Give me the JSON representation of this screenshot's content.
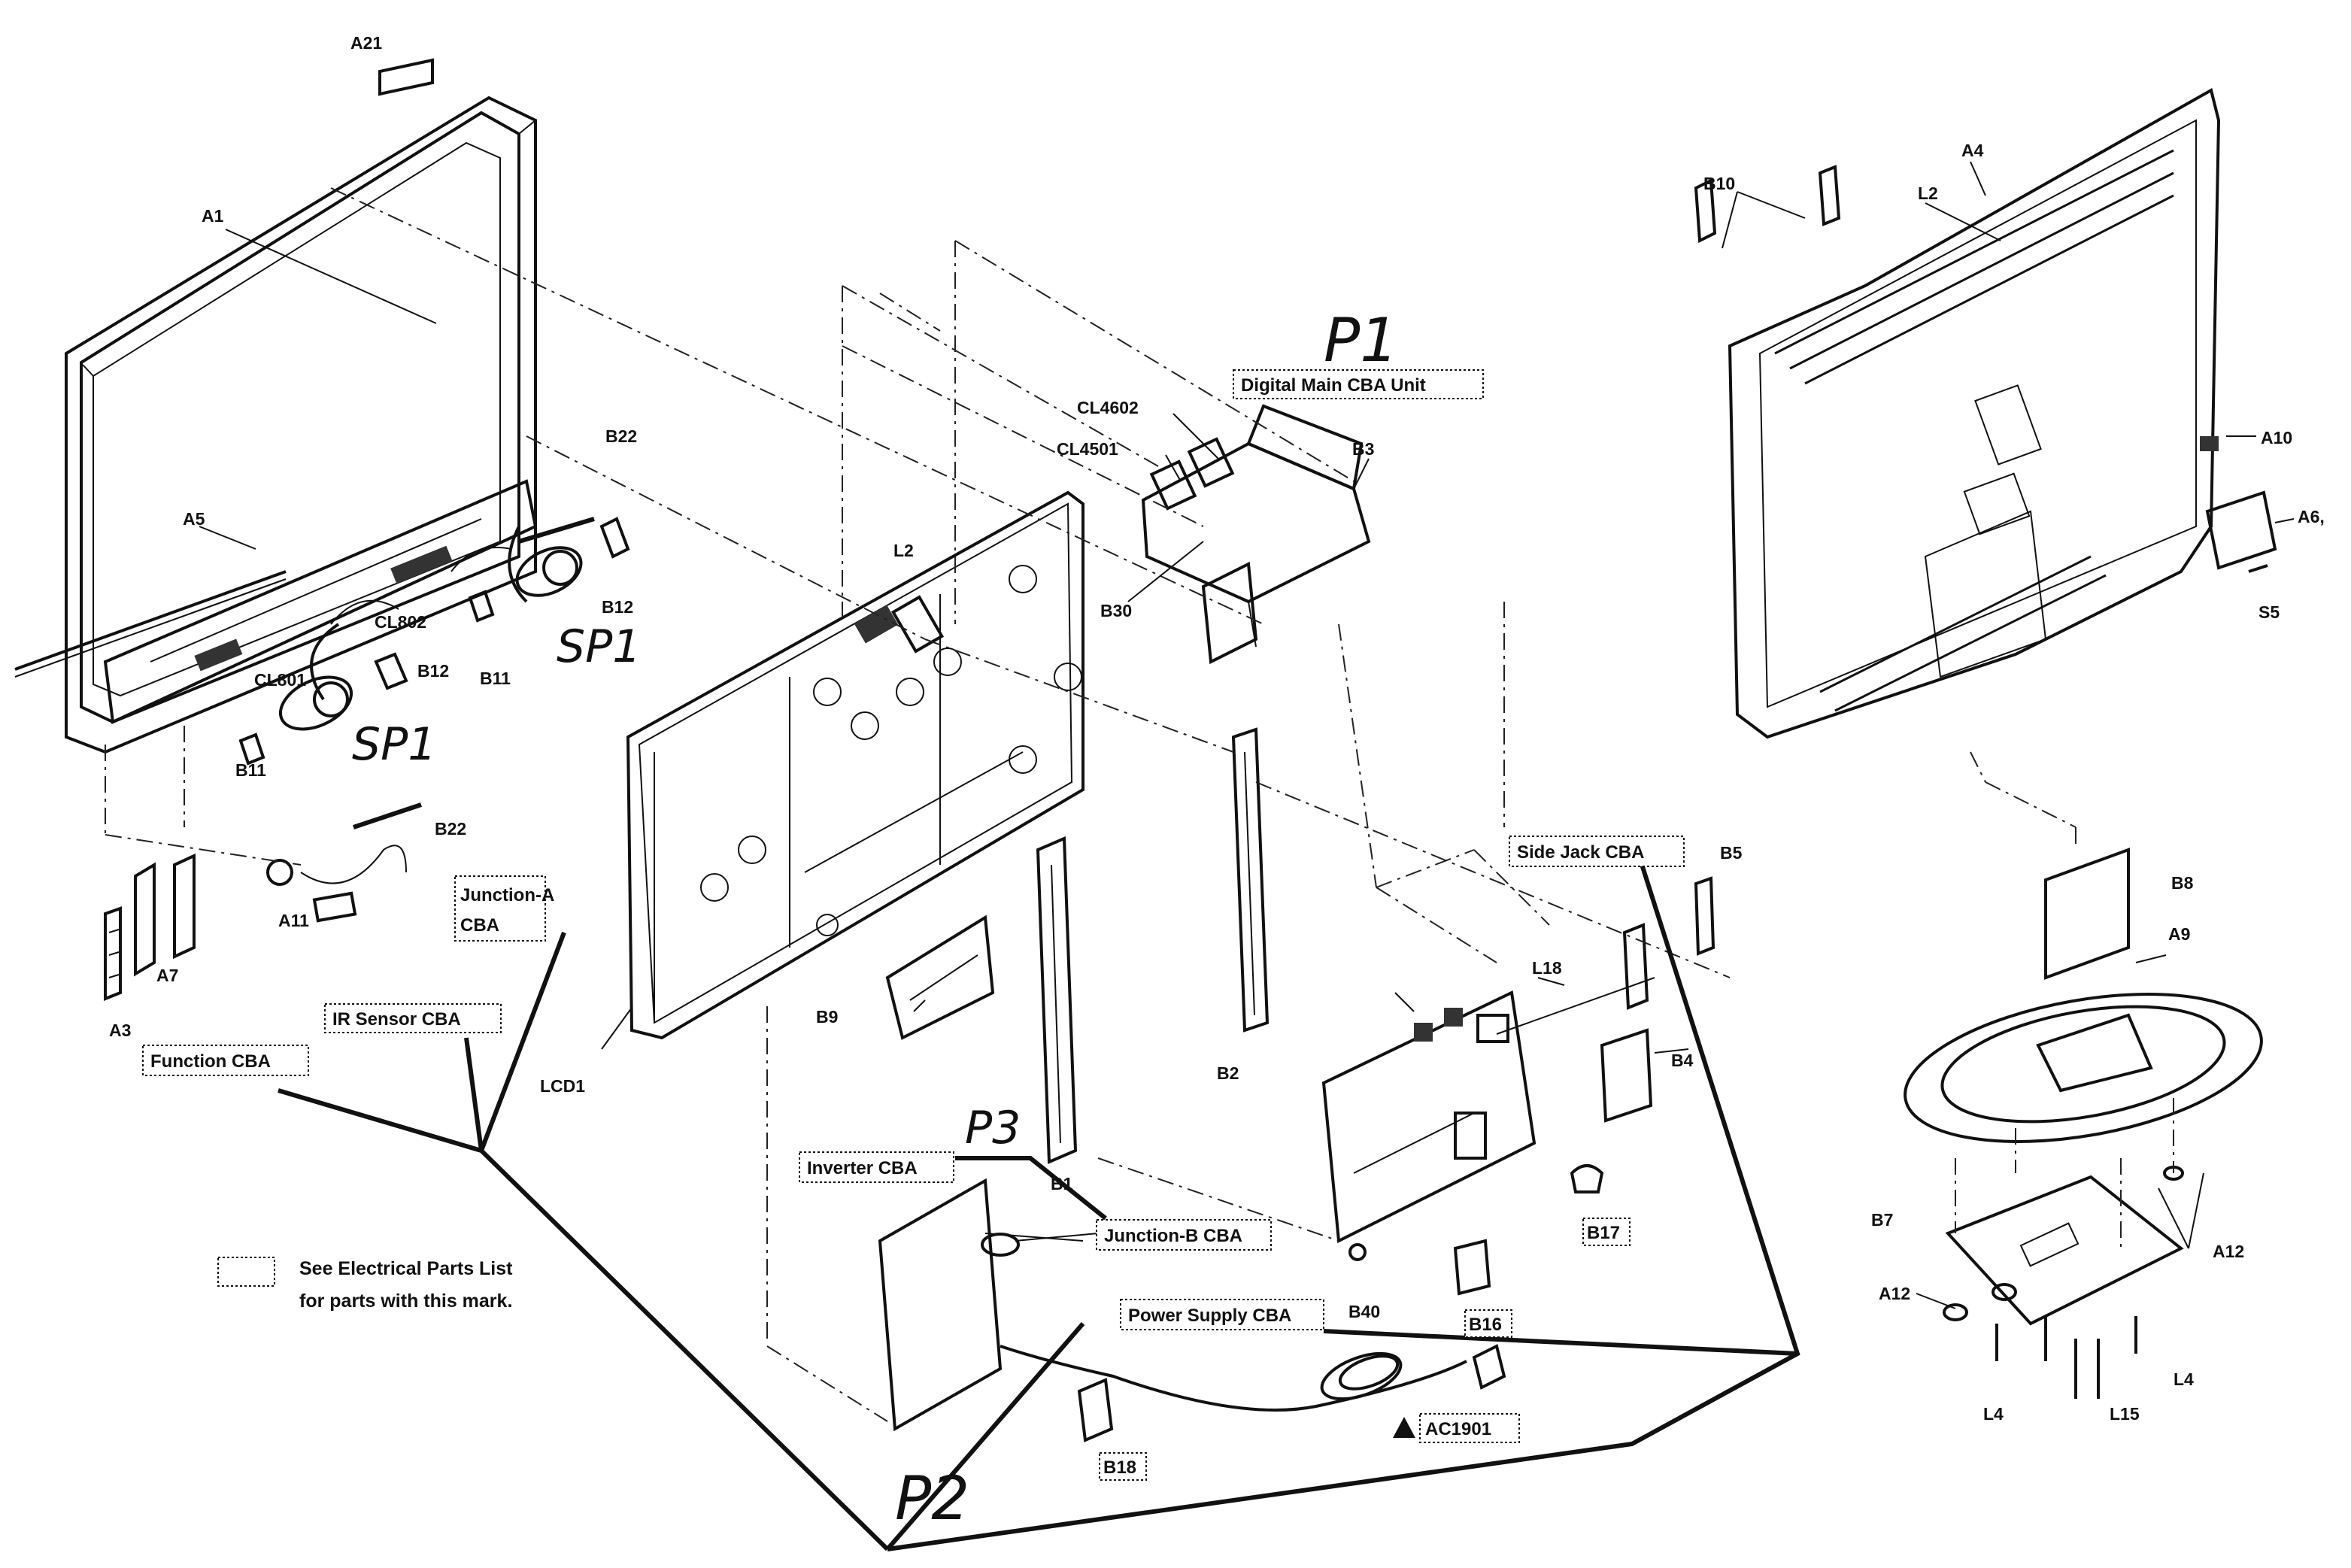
{
  "labels": {
    "a21": "A21",
    "a1": "A1",
    "a5": "A5",
    "b22_top": "B22",
    "b12_top": "B12",
    "b12_mid": "B12",
    "b11_top": "B11",
    "b11_bot": "B11",
    "cl802": "CL802",
    "cl801": "CL801",
    "b22_bot": "B22",
    "a11": "A11",
    "a7": "A7",
    "a3": "A3",
    "l2_mid": "L2",
    "cl4602": "CL4602",
    "cl4501": "CL4501",
    "b30": "B30",
    "b3": "B3",
    "b9": "B9",
    "lcd1": "LCD1",
    "b1": "B1",
    "b2": "B2",
    "l18": "L18",
    "b5": "B5",
    "b4": "B4",
    "b40": "B40",
    "b10": "B10",
    "a4": "A4",
    "l2_right": "L2",
    "a10": "A10",
    "a6": "A6,",
    "s5": "S5",
    "b8": "B8",
    "a9": "A9",
    "b7": "B7",
    "a12_right": "A12",
    "a12_left": "A12",
    "l4_right": "L4",
    "l4_bot": "L4",
    "l15": "L15"
  },
  "boxed_labels": {
    "digital_main": "Digital Main CBA Unit",
    "junction_a_line1": "Junction-A",
    "junction_a_line2": "CBA",
    "ir_sensor": "IR Sensor CBA",
    "function": "Function CBA",
    "side_jack": "Side Jack CBA",
    "inverter": "Inverter CBA",
    "junction_b": "Junction-B CBA",
    "power_supply": "Power Supply CBA",
    "b17": "B17",
    "b16": "B16",
    "b18": "B18",
    "ac1901": "AC1901"
  },
  "handwritten": {
    "p1": "P1",
    "p2": "P2",
    "p3": "P3",
    "sp1_top": "SP1",
    "sp1_bot": "SP1"
  },
  "legend": {
    "line1": "See Electrical Parts List",
    "line2": "for parts with this mark."
  },
  "warning_symbol": "warning-triangle"
}
